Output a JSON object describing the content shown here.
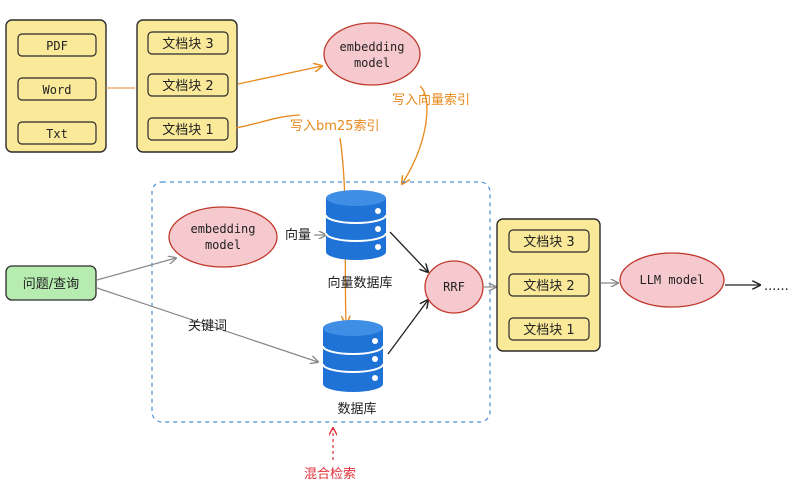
{
  "sources": [
    "PDF",
    "Word",
    "Txt"
  ],
  "chunks_top": [
    "文档块 3",
    "文档块 2",
    "文档块 1"
  ],
  "chunks_right": [
    "文档块 3",
    "文档块 2",
    "文档块 1"
  ],
  "embedding_top": {
    "line1": "embedding",
    "line2": "model"
  },
  "embedding_inner": {
    "line1": "embedding",
    "line2": "model"
  },
  "write_vector_index": "写入向量索引",
  "write_bm25_index": "写入bm25索引",
  "query": "问题/查询",
  "vector_label": "向量",
  "keyword_label": "关键词",
  "vector_db_label": "向量数据库",
  "db_label": "数据库",
  "rrf": "RRF",
  "llm": "LLM model",
  "ellipsis": "......",
  "hybrid_search": "混合检索",
  "colors": {
    "yellow_fill": "#fbe99a",
    "yellow_stroke": "#2b2b2b",
    "pink_fill": "#f6c9cf",
    "pink_stroke": "#c0392b",
    "green_fill": "#b6ecb0",
    "db_blue": "#1f73d6",
    "orange": "#e8891b",
    "red": "#e0303a",
    "dashed_blue": "#4a90d9"
  }
}
